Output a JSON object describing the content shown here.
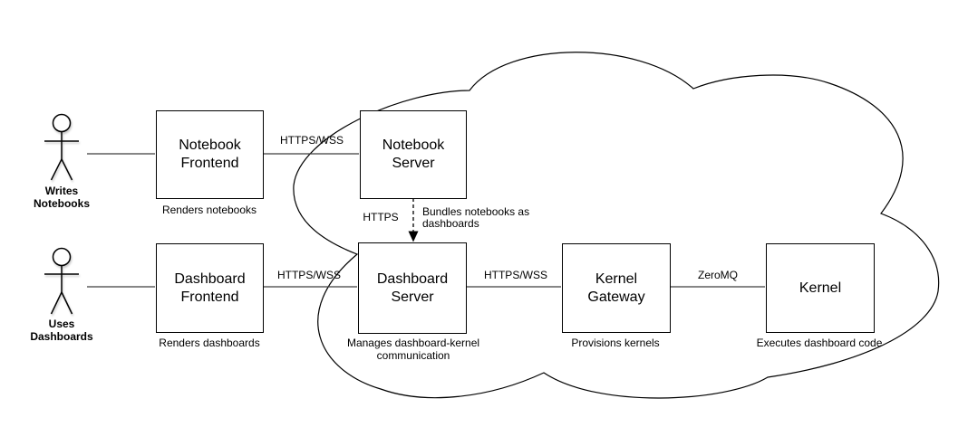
{
  "diagram": {
    "type": "architecture-diagram",
    "colors": {
      "background": "#ffffff",
      "stroke": "#000000",
      "connector": "#3f3f3f",
      "text": "#000000"
    },
    "actors": [
      {
        "id": "writes-notebooks",
        "label_line1": "Writes",
        "label_line2": "Notebooks"
      },
      {
        "id": "uses-dashboards",
        "label_line1": "Uses",
        "label_line2": "Dashboards"
      }
    ],
    "nodes": [
      {
        "id": "notebook-frontend",
        "line1": "Notebook",
        "line2": "Frontend",
        "caption": "Renders notebooks"
      },
      {
        "id": "notebook-server",
        "line1": "Notebook",
        "line2": "Server",
        "caption": ""
      },
      {
        "id": "dashboard-frontend",
        "line1": "Dashboard",
        "line2": "Frontend",
        "caption": "Renders dashboards"
      },
      {
        "id": "dashboard-server",
        "line1": "Dashboard",
        "line2": "Server",
        "caption": "Manages dashboard-kernel communication"
      },
      {
        "id": "kernel-gateway",
        "line1": "Kernel",
        "line2": "Gateway",
        "caption": "Provisions kernels"
      },
      {
        "id": "kernel",
        "line1": "Kernel",
        "line2": "",
        "caption": "Executes dashboard code"
      }
    ],
    "edge_labels": {
      "notebook_frontend_to_server": "HTTPS/WSS",
      "notebook_server_to_dashboard_server_protocol": "HTTPS",
      "notebook_server_to_dashboard_server_note": "Bundles notebooks as dashboards",
      "dashboard_frontend_to_server": "HTTPS/WSS",
      "dashboard_server_to_kernel_gateway": "HTTPS/WSS",
      "kernel_gateway_to_kernel": "ZeroMQ"
    }
  }
}
